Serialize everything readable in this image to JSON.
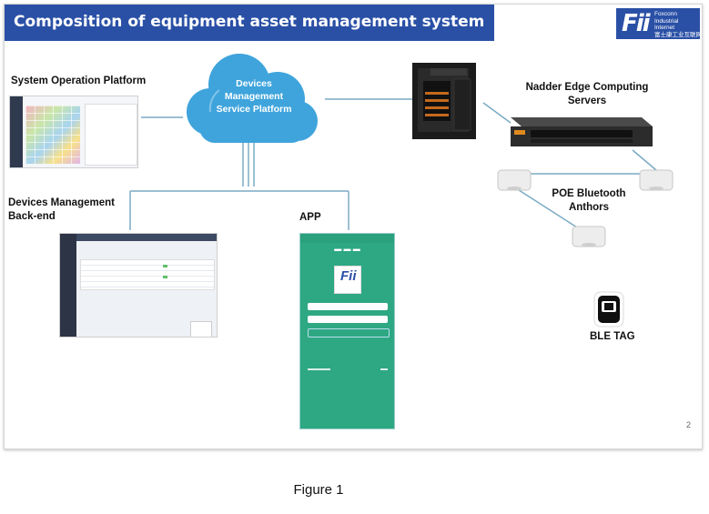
{
  "header": {
    "title": "Composition of equipment asset management system",
    "logo_mark": "Fii",
    "logo_lines": [
      "Foxconn",
      "Industrial",
      "Internet",
      "富士康工业互联网"
    ]
  },
  "nodes": {
    "cloud": [
      "Devices",
      "Management",
      "Service Platform"
    ],
    "system_platform": "System Operation Platform",
    "backend": [
      "Devices Management",
      "Back-end"
    ],
    "app": "APP",
    "edge_servers": [
      "Nadder Edge Computing",
      "Servers"
    ],
    "anchors": [
      "POE Bluetooth",
      "Anthors"
    ],
    "ble_tag": "BLE TAG"
  },
  "page_number": "2",
  "caption": "Figure 1",
  "colors": {
    "title_bg": "#2a50a6",
    "cloud": "#3fa4dc",
    "line": "#7aaac4",
    "app_green": "#2ea883"
  }
}
